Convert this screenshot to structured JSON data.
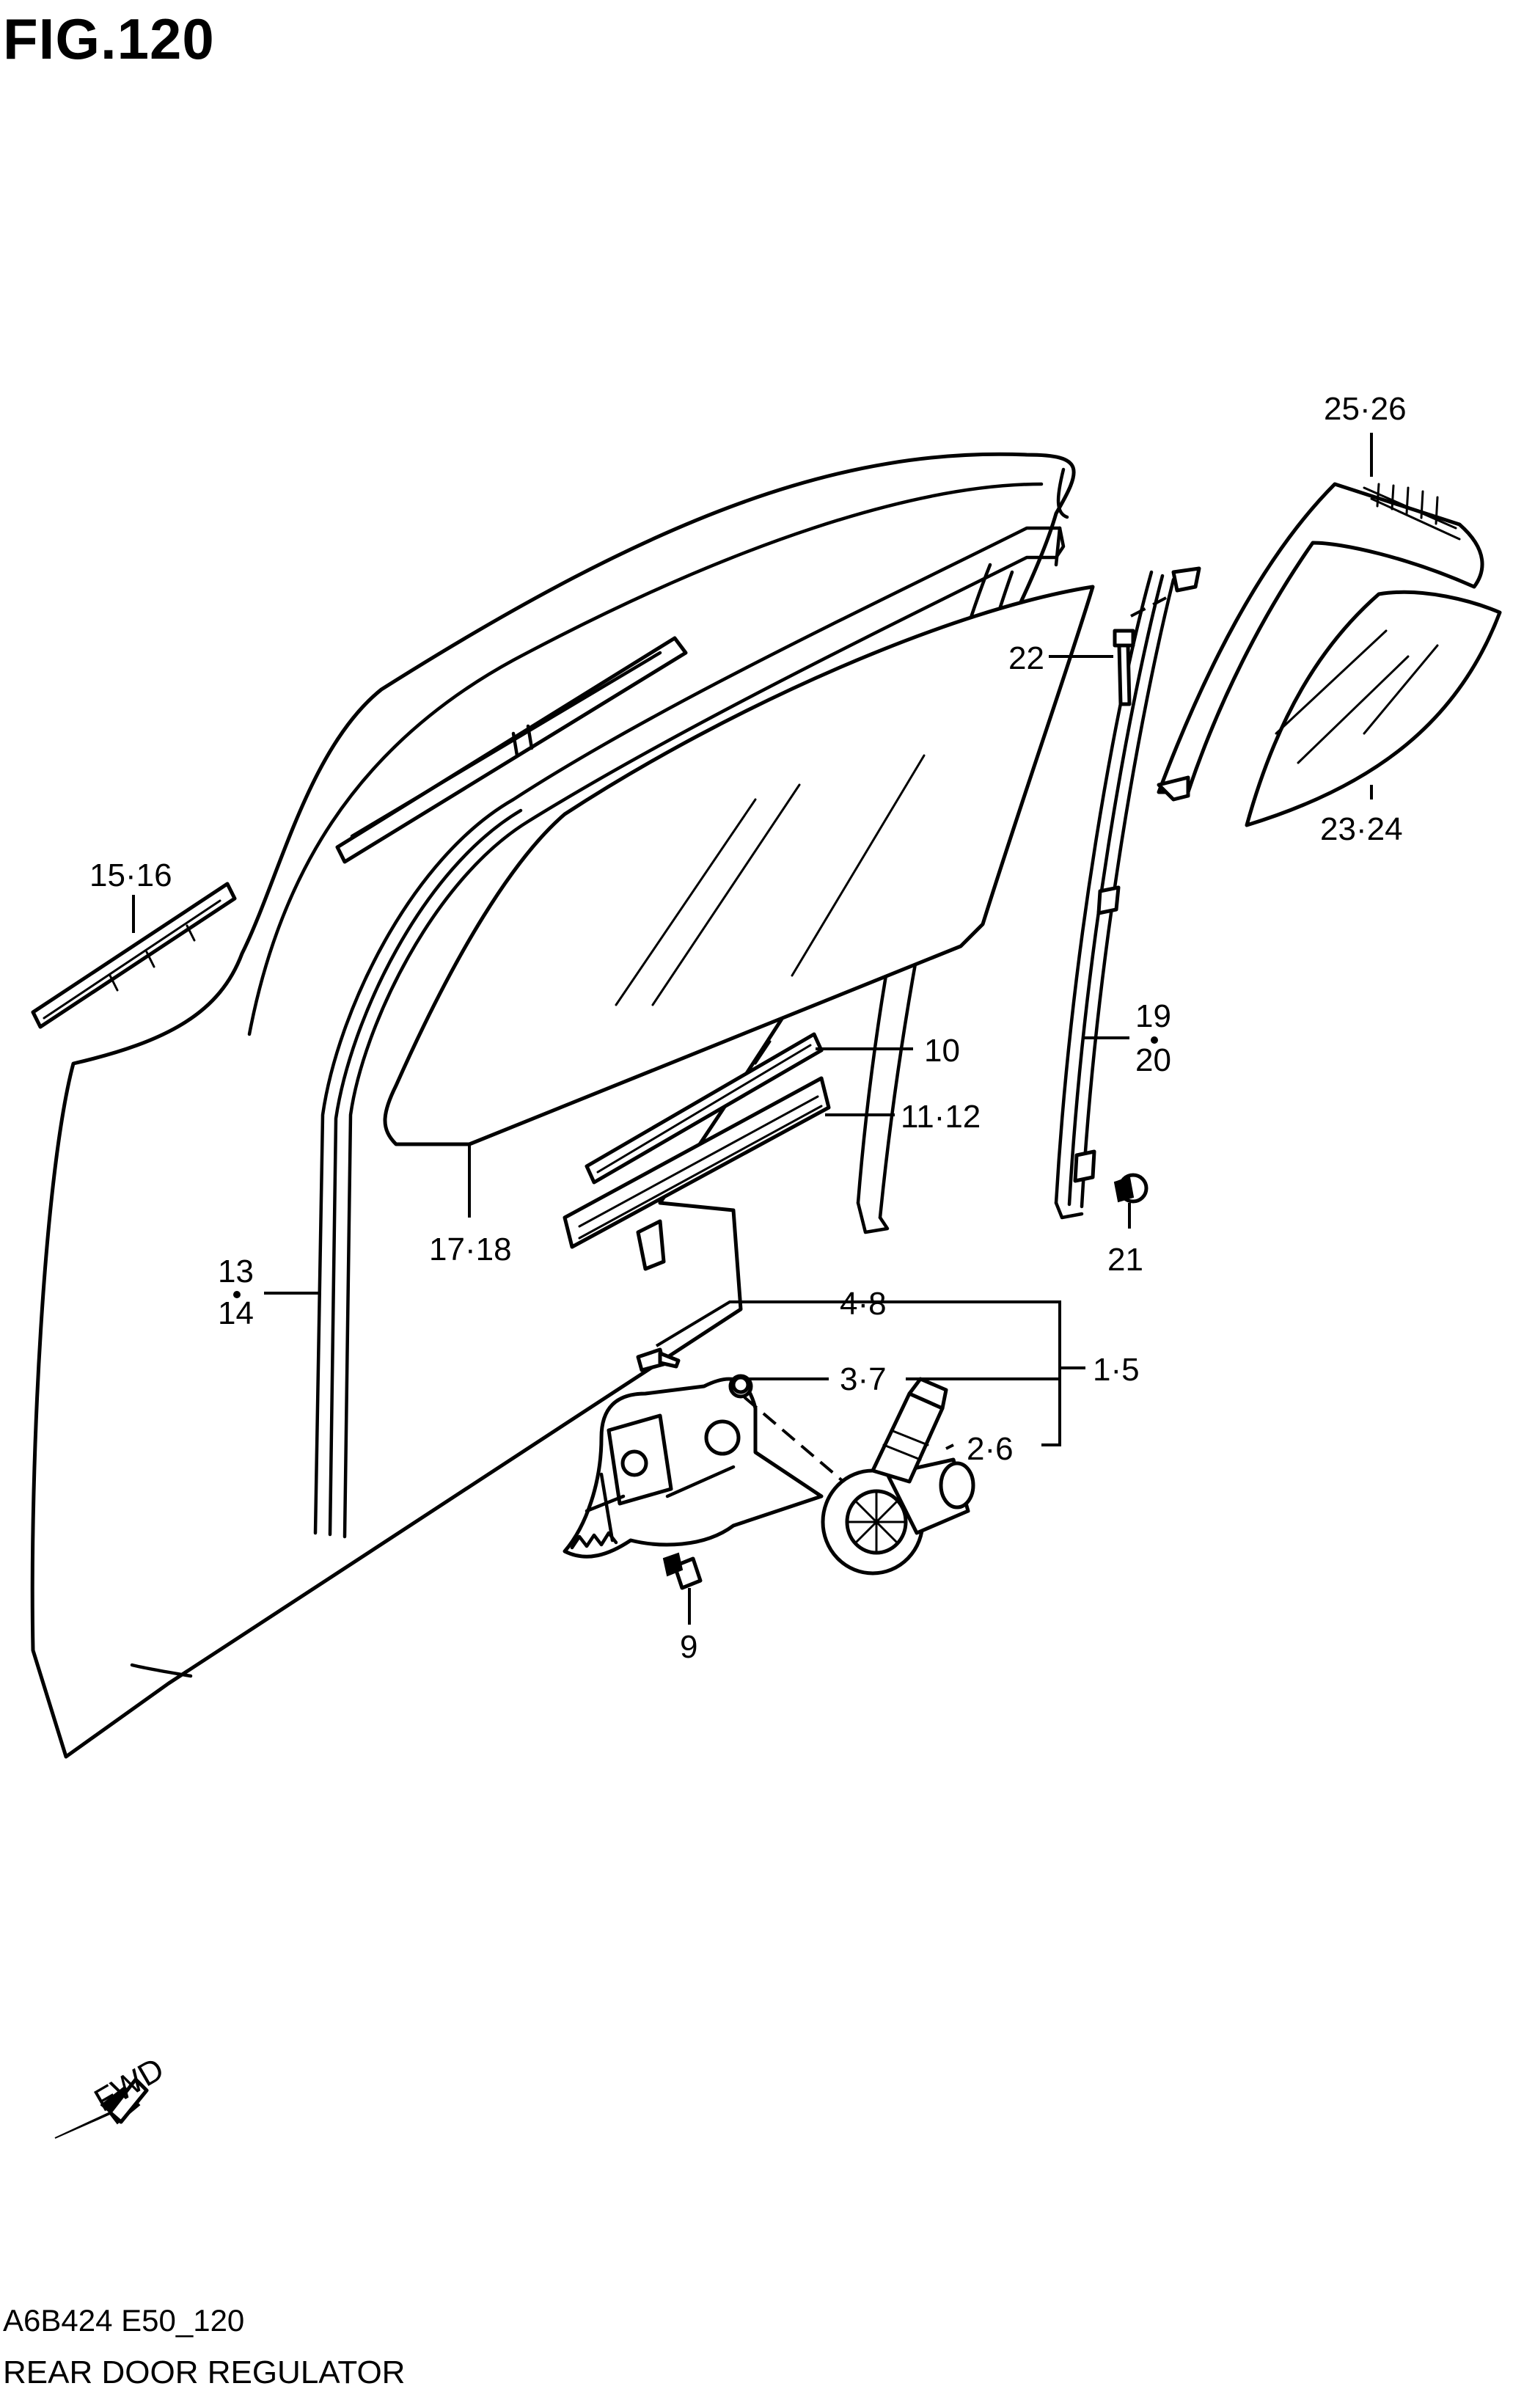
{
  "figure": {
    "title": "FIG.120",
    "code": "A6B424 E50_120",
    "name": "REAR DOOR REGULATOR"
  },
  "direction_marker": {
    "text": "FWD"
  },
  "callouts": [
    {
      "id": "c-25-26",
      "text": "25·26"
    },
    {
      "id": "c-22",
      "text": "22"
    },
    {
      "id": "c-23-24",
      "text": "23·24"
    },
    {
      "id": "c-15-16",
      "text": "15·16"
    },
    {
      "id": "c-19",
      "text": "19"
    },
    {
      "id": "c-20",
      "text": "20"
    },
    {
      "id": "c-10",
      "text": "10"
    },
    {
      "id": "c-11-12",
      "text": "11·12"
    },
    {
      "id": "c-13",
      "text": "13"
    },
    {
      "id": "c-14",
      "text": "14"
    },
    {
      "id": "c-17-18",
      "text": "17·18"
    },
    {
      "id": "c-21",
      "text": "21"
    },
    {
      "id": "c-4-8",
      "text": "4·8"
    },
    {
      "id": "c-3-7",
      "text": "3·7"
    },
    {
      "id": "c-1-5",
      "text": "1·5"
    },
    {
      "id": "c-2-6",
      "text": "2·6"
    },
    {
      "id": "c-9",
      "text": "9"
    }
  ]
}
